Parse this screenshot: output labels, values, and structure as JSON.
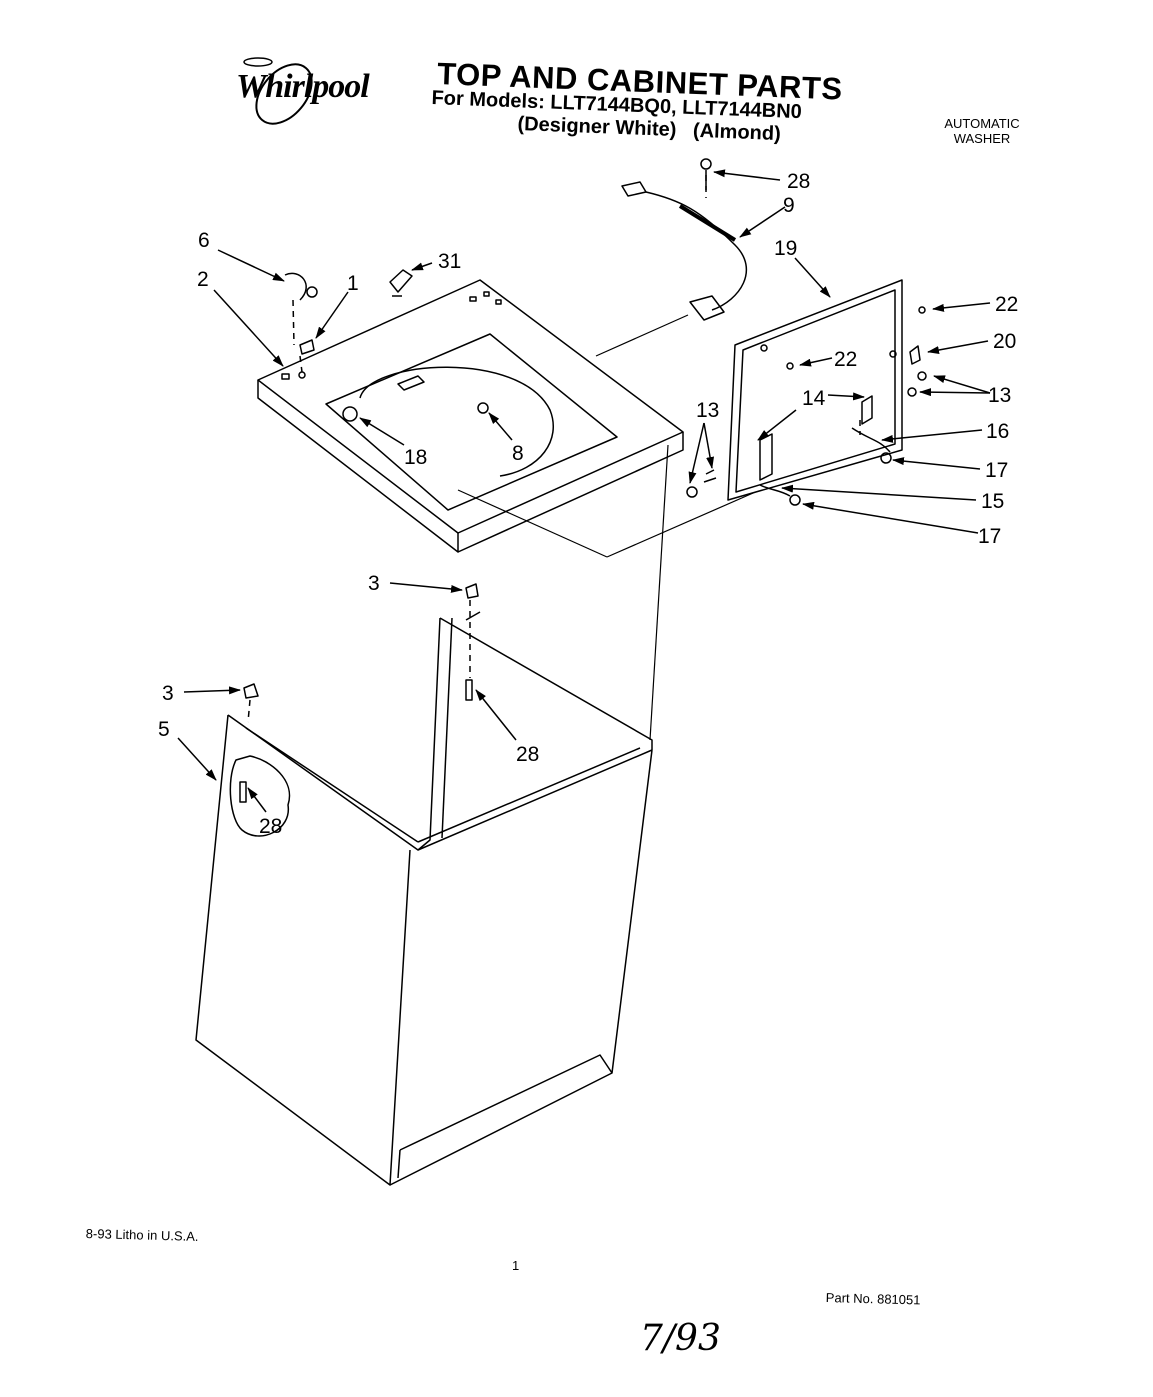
{
  "header": {
    "brand": "Whirlpool",
    "title": "TOP AND CABINET PARTS",
    "models_line": "For Models: LLT7144BQ0, LLT7144BN0",
    "variants_line": "(Designer White)   (Almond)",
    "appliance_line1": "AUTOMATIC",
    "appliance_line2": "WASHER"
  },
  "callouts": {
    "c28a": "28",
    "c9": "9",
    "c19": "19",
    "c22a": "22",
    "c20": "20",
    "c22b": "22",
    "c13a": "13",
    "c14": "14",
    "c16": "16",
    "c17a": "17",
    "c15": "15",
    "c17b": "17",
    "c13b": "13",
    "c6": "6",
    "c31": "31",
    "c2": "2",
    "c1": "1",
    "c18": "18",
    "c8": "8",
    "c3a": "3",
    "c3b": "3",
    "c5": "5",
    "c28b": "28",
    "c28c": "28"
  },
  "footer": {
    "litho": "8-93 Litho in U.S.A.",
    "page_number": "1",
    "part_number": "Part No. 881051",
    "handwritten_date": "7/93"
  }
}
